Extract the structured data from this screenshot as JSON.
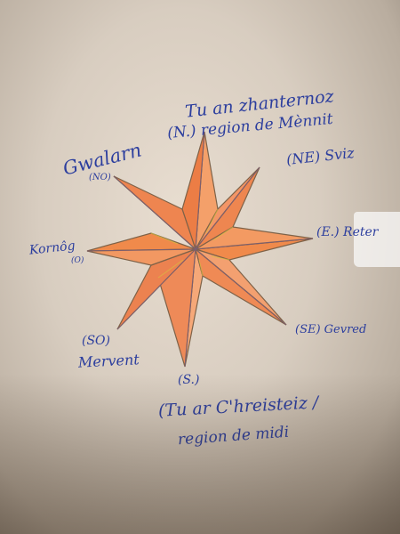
{
  "labels": {
    "north_line1": "Tu an zhanternoz",
    "north_line2": "(N.) region de Mènnit",
    "northwest_name": "Gwalarn",
    "northwest_abbr": "(NO)",
    "northeast": "(NE) Sviz",
    "west_name": "Kornôg",
    "west_abbr": "(O)",
    "east": "(E.) Reter",
    "southeast": "(SE) Gevred",
    "southwest_abbr": "(SO)",
    "southwest_name": "Mervent",
    "south_abbr": "(S.)",
    "south_line1": "(Tu ar C'hreisteiz /",
    "south_line2": "region de midi"
  },
  "colors": {
    "ink": "#2c3e9e",
    "star_fill": "#f08a4b",
    "star_light": "#f6a878",
    "star_edge": "#7e6248"
  }
}
